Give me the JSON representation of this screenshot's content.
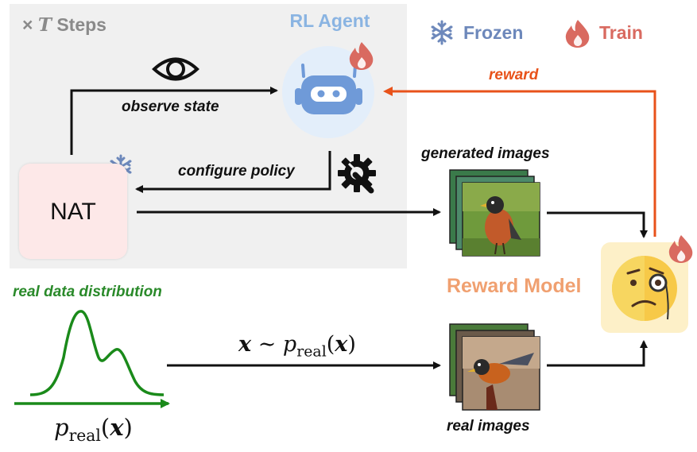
{
  "loop": {
    "times_symbol": "×",
    "t_symbol": "T",
    "steps_label": "Steps"
  },
  "agent": {
    "title": "RL Agent",
    "observe_label": "observe state",
    "configure_label": "configure policy"
  },
  "legend": {
    "frozen_label": "Frozen",
    "train_label": "Train"
  },
  "nat": {
    "label": "NAT"
  },
  "generated": {
    "label": "generated images"
  },
  "reward": {
    "label": "reward",
    "model_label": "Reward Model"
  },
  "real": {
    "dist_label": "real data distribution",
    "images_label": "real images",
    "sample_x": "x",
    "sample_tilde": "∼",
    "p_symbol": "p",
    "p_sub": "real",
    "paren_open": "(",
    "paren_close": ")"
  },
  "colors": {
    "panel": "#f0f0f0",
    "frozen": "#6d88bb",
    "train": "#d96a60",
    "reward_arrow": "#e8521a",
    "green": "#2a8a2a",
    "agent_blue": "#8ab4e2",
    "nat_bg": "#fde8e8",
    "reward_model_bg": "#fdf0c8"
  },
  "icons": [
    "eye-icon",
    "robot-icon",
    "gear-wrench-icon",
    "snowflake-icon",
    "flame-icon",
    "monocle-emoji-icon",
    "bird-photo"
  ]
}
